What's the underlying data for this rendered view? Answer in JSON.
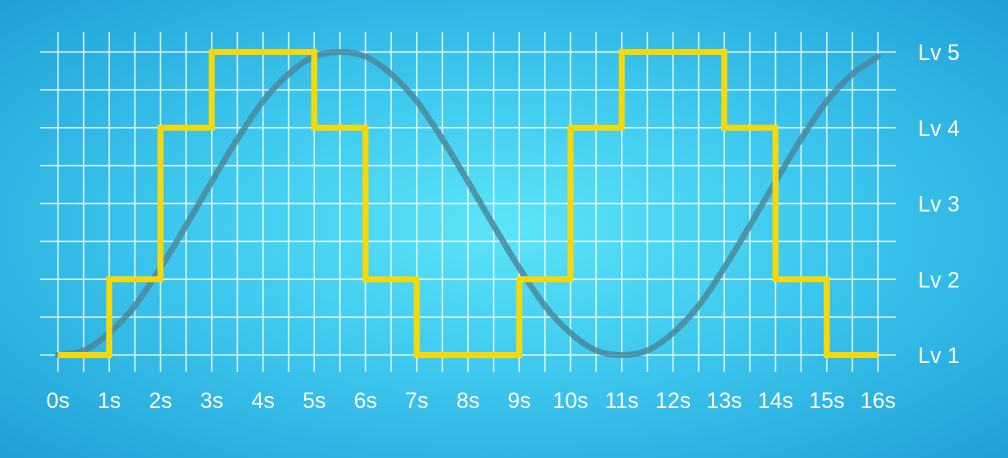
{
  "chart_data": {
    "type": "line",
    "title": "",
    "xlabel": "",
    "ylabel": "",
    "x_ticks": [
      "0s",
      "1s",
      "2s",
      "3s",
      "4s",
      "5s",
      "6s",
      "7s",
      "8s",
      "9s",
      "10s",
      "11s",
      "12s",
      "13s",
      "14s",
      "15s",
      "16s"
    ],
    "y_ticks": [
      "Lv 1",
      "Lv 2",
      "Lv 3",
      "Lv 4",
      "Lv 5"
    ],
    "xlim": [
      0,
      16
    ],
    "ylim": [
      1,
      5
    ],
    "grid": true,
    "y_tick_side": "right",
    "series": [
      {
        "style": "smooth",
        "color": "#4a8a9c",
        "x": [
          0,
          0.5,
          1,
          1.5,
          2,
          2.5,
          3,
          3.5,
          4,
          4.5,
          5,
          5.5,
          6,
          6.5,
          7,
          7.5,
          8,
          8.5,
          9,
          9.5,
          10,
          10.5,
          11,
          11.5,
          12,
          12.5,
          13,
          13.5,
          14,
          14.5,
          15,
          15.5,
          16
        ],
        "values": [
          1,
          1.06,
          1.29,
          1.65,
          2.15,
          2.71,
          3.29,
          3.85,
          4.35,
          4.71,
          4.94,
          5,
          4.94,
          4.71,
          4.35,
          3.85,
          3.29,
          2.71,
          2.15,
          1.65,
          1.29,
          1.06,
          1,
          1.06,
          1.29,
          1.65,
          2.15,
          2.71,
          3.29,
          3.85,
          4.35,
          4.71,
          4.94
        ]
      },
      {
        "style": "step",
        "color": "#f5d90a",
        "x": [
          0,
          1,
          2,
          3,
          4,
          5,
          6,
          7,
          8,
          9,
          10,
          11,
          12,
          13,
          14,
          15,
          16
        ],
        "values": [
          1,
          2,
          4,
          5,
          5,
          4,
          2,
          1,
          1,
          2,
          4,
          5,
          5,
          4,
          2,
          1,
          1
        ]
      }
    ]
  }
}
